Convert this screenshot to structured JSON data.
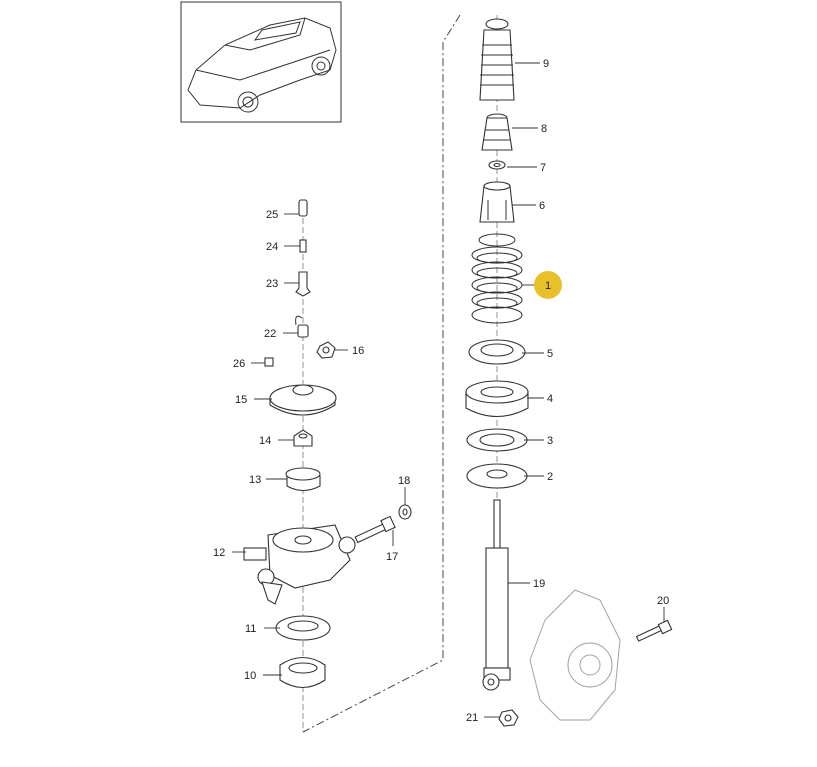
{
  "diagram": {
    "title_inset": "vehicle-overview",
    "highlight_color": "#E8C12A",
    "highlighted_label": "1",
    "callouts": {
      "c1": "1",
      "c2": "2",
      "c3": "3",
      "c4": "4",
      "c5": "5",
      "c6": "6",
      "c7": "7",
      "c8": "8",
      "c9": "9",
      "c10": "10",
      "c11": "11",
      "c12": "12",
      "c13": "13",
      "c14": "14",
      "c15": "15",
      "c16": "16",
      "c17": "17",
      "c18": "18",
      "c19": "19",
      "c20": "20",
      "c21": "21",
      "c22": "22",
      "c23": "23",
      "c24": "24",
      "c25": "25",
      "c26": "26"
    }
  }
}
